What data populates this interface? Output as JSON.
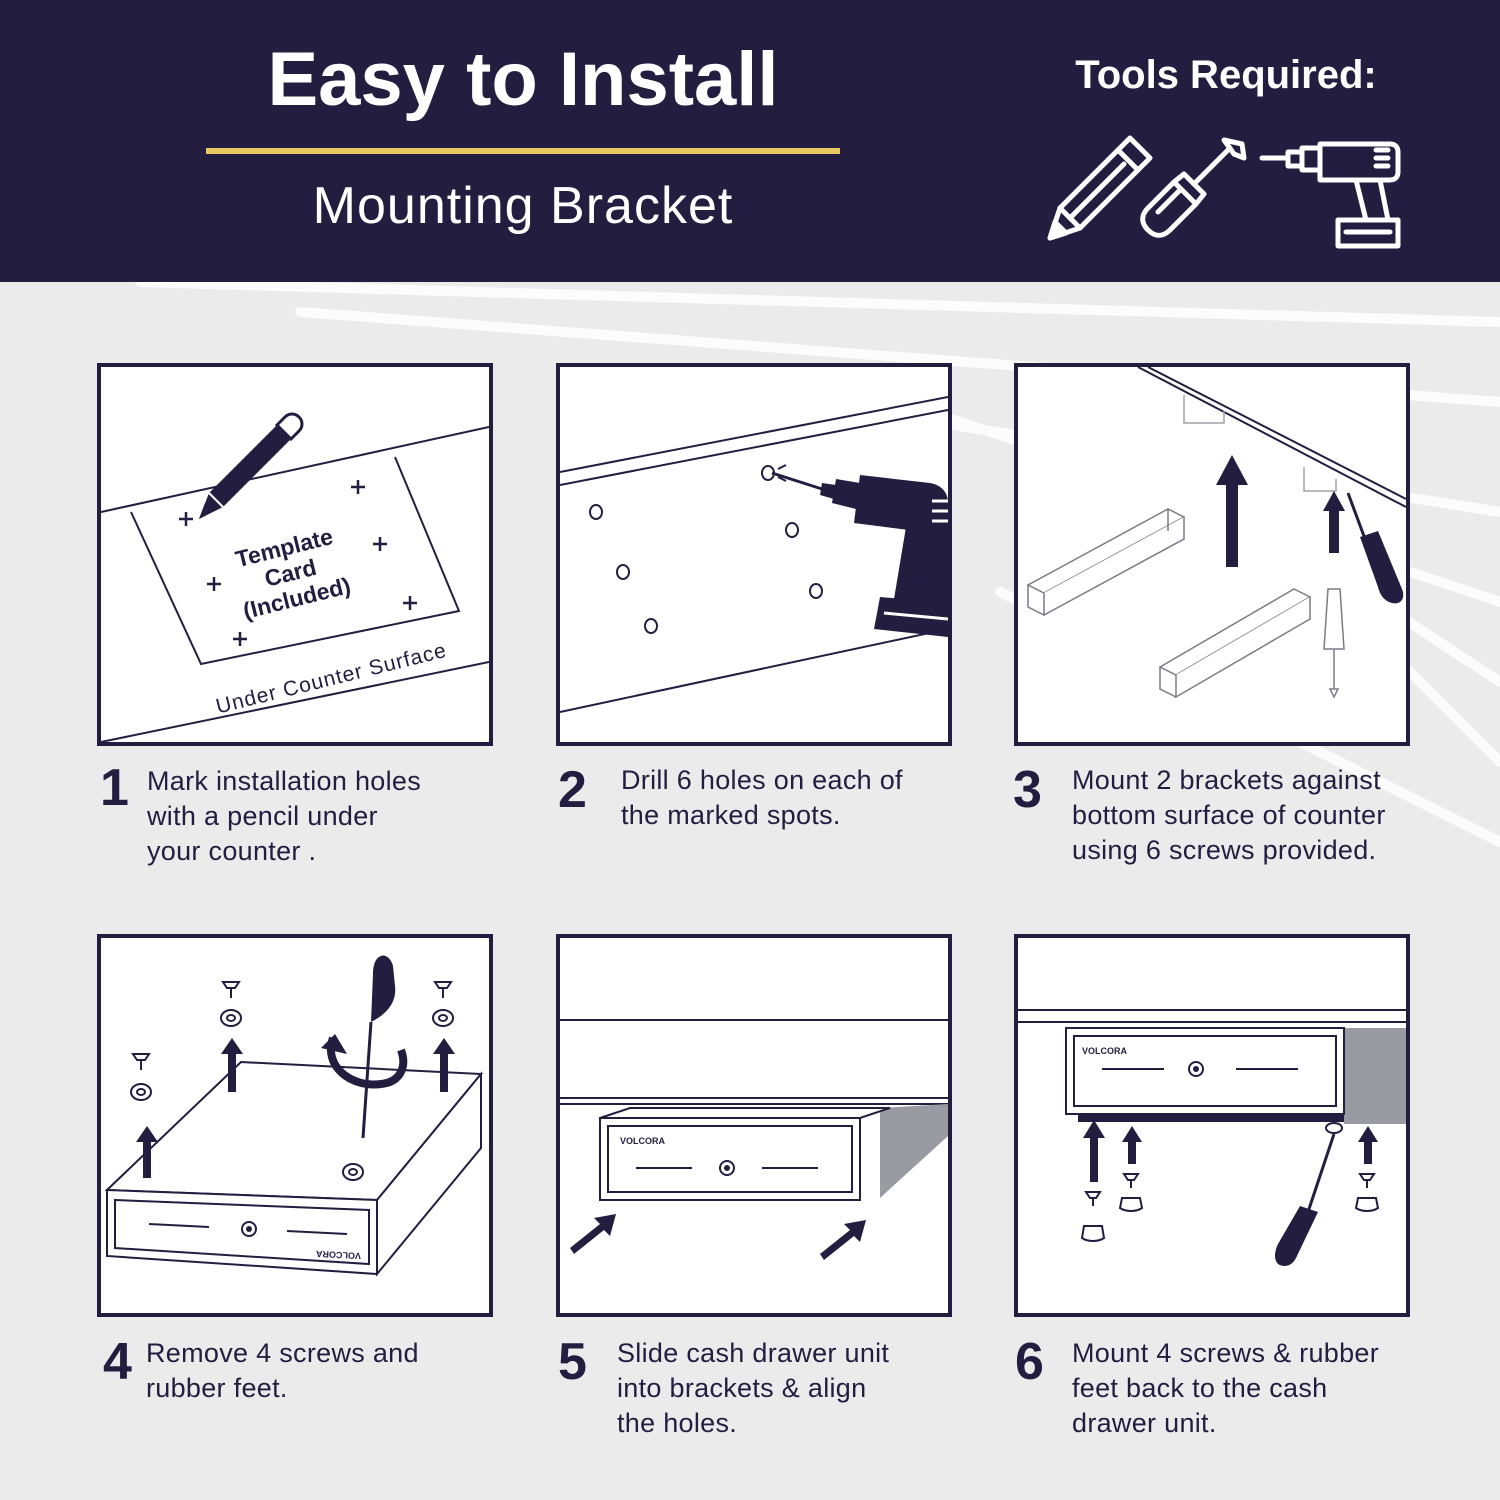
{
  "header": {
    "title": "Easy to Install",
    "subtitle": "Mounting Bracket",
    "tools_label": "Tools Required:",
    "tool_icons": [
      "pencil-icon",
      "screwdriver-icon",
      "drill-icon"
    ]
  },
  "colors": {
    "navy": "#231d40",
    "gold": "#e9c863",
    "background": "#ebebec",
    "panel": "#ffffff"
  },
  "steps": [
    {
      "number": "1",
      "lines": [
        "Mark installation holes",
        "with a pencil under",
        "your counter ."
      ],
      "illustration": {
        "card_lines": [
          "Template",
          "Card",
          "(Included)"
        ],
        "surface_label": "Under Counter Surface"
      }
    },
    {
      "number": "2",
      "lines": [
        "Drill 6 holes on each of",
        "the marked spots."
      ]
    },
    {
      "number": "3",
      "lines": [
        "Mount 2 brackets against",
        "bottom surface of counter",
        "using 6 screws provided."
      ]
    },
    {
      "number": "4",
      "lines": [
        "Remove 4 screws and",
        "rubber feet."
      ],
      "illustration": {
        "brand": "VOLCORA"
      }
    },
    {
      "number": "5",
      "lines": [
        "Slide cash drawer unit",
        "into brackets & align",
        "the holes."
      ],
      "illustration": {
        "brand": "VOLCORA"
      }
    },
    {
      "number": "6",
      "lines": [
        "Mount 4 screws & rubber",
        "feet back to the cash",
        "drawer unit."
      ],
      "illustration": {
        "brand": "VOLCORA"
      }
    }
  ]
}
